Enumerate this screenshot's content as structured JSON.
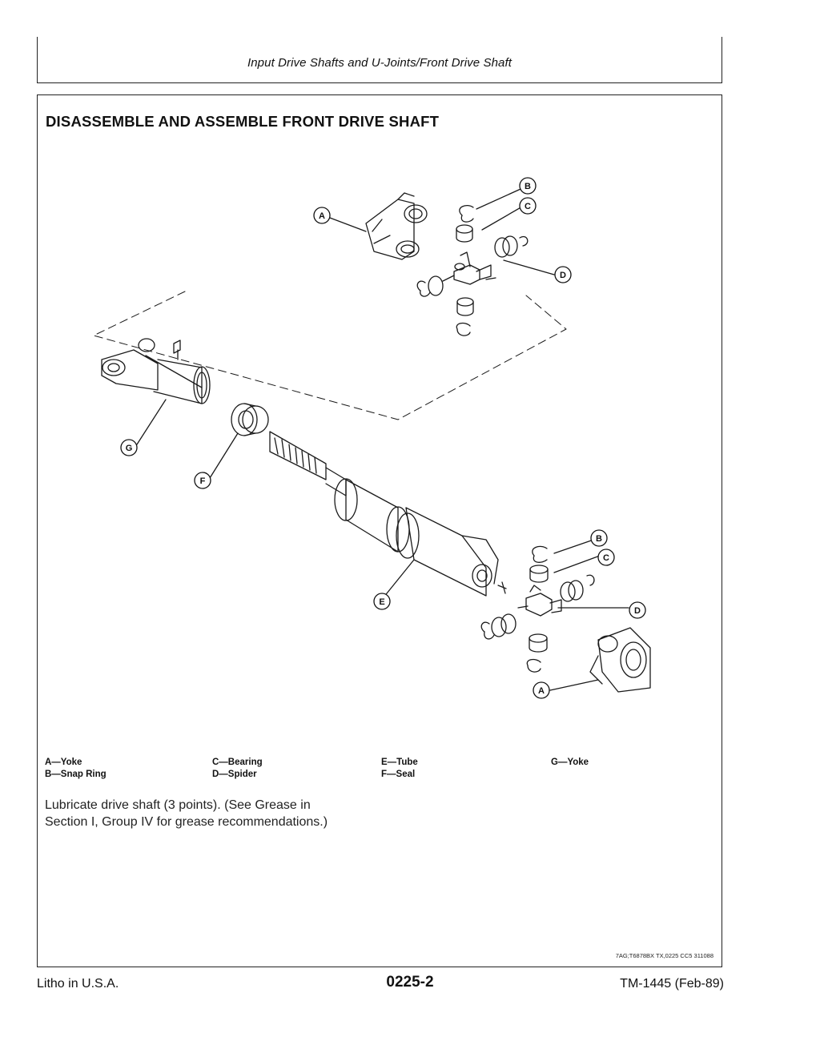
{
  "header": {
    "title": "Input Drive Shafts and U-Joints/Front Drive Shaft"
  },
  "section": {
    "title": "DISASSEMBLE AND ASSEMBLE FRONT DRIVE SHAFT"
  },
  "diagram": {
    "callouts": [
      "A",
      "B",
      "C",
      "D",
      "E",
      "F",
      "G"
    ]
  },
  "legend": [
    {
      "key": "A",
      "text": "A—Yoke"
    },
    {
      "key": "B",
      "text": "B—Snap Ring"
    },
    {
      "key": "C",
      "text": "C—Bearing"
    },
    {
      "key": "D",
      "text": "D—Spider"
    },
    {
      "key": "E",
      "text": "E—Tube"
    },
    {
      "key": "F",
      "text": "F—Seal"
    },
    {
      "key": "G",
      "text": "G—Yoke"
    }
  ],
  "note": {
    "line1": "Lubricate drive shaft (3 points). (See Grease in",
    "line2": "Section I, Group IV for grease recommendations.)"
  },
  "figure_id": "7AG;T6878BX TX,0225 CC5 311088",
  "footer": {
    "left": "Litho in U.S.A.",
    "center": "0225-2",
    "right": "TM-1445 (Feb-89)"
  }
}
